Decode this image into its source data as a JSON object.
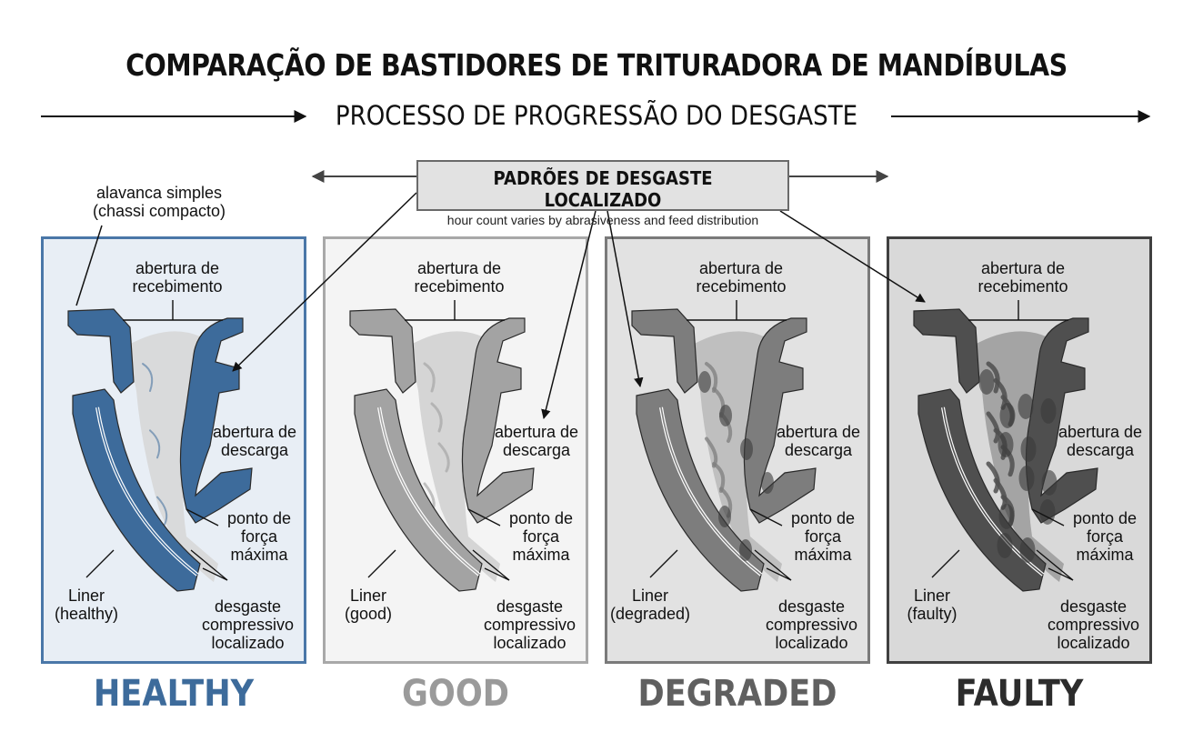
{
  "header": {
    "title": "COMPARAÇÃO DE BASTIDORES DE TRITURADORA DE MANDÍBULAS",
    "subtitle": "PROCESSO DE PROGRESSÃO DO DESGASTE"
  },
  "callout": {
    "title": "PADRÕES DE DESGASTE LOCALIZADO",
    "subtitle": "hour count varies by abrasiveness and feed distribution"
  },
  "global_annotation": "alavanca simples\n(chassi compacto)",
  "panels": [
    {
      "state": "HEALTHY",
      "liner": "Liner\n(healthy)",
      "accent": "#3d6b9b",
      "bg": "#e8eef5",
      "border": "#4a77a8",
      "jaw": "#3d6b9b",
      "wear": "#d6d6d6",
      "labels": {
        "feed": "abertura de\nrecebimento",
        "discharge": "abertura de\ndescarga",
        "force": "ponto de\nforça\nmáxima",
        "wear": "desgaste\ncompressivo\nlocalizado"
      }
    },
    {
      "state": "GOOD",
      "liner": "Liner\n(good)",
      "accent": "#9a9a9a",
      "bg": "#f4f4f4",
      "border": "#a8a8a8",
      "jaw": "#a3a3a3",
      "wear": "#cfcfcf",
      "labels": {
        "feed": "abertura de\nrecebimento",
        "discharge": "abertura de\ndescarga",
        "force": "ponto de\nforça\nmáxima",
        "wear": "desgaste\ncompressivo\nlocalizado"
      }
    },
    {
      "state": "DEGRADED",
      "liner": "Liner\n(degraded)",
      "accent": "#606060",
      "bg": "#e2e2e2",
      "border": "#7a7a7a",
      "jaw": "#7d7d7d",
      "wear": "#b8b8b8",
      "labels": {
        "feed": "abertura de\nrecebimento",
        "discharge": "abertura de\ndescarga",
        "force": "ponto de\nforça\nmáxima",
        "wear": "desgaste\ncompressivo\nlocalizado"
      }
    },
    {
      "state": "FAULTY",
      "liner": "Liner\n(faulty)",
      "accent": "#2c2c2c",
      "bg": "#d9d9d9",
      "border": "#404040",
      "jaw": "#4f4f4f",
      "wear": "#9a9a9a",
      "labels": {
        "feed": "abertura de\nrecebimento",
        "discharge": "abertura de\ndescarga",
        "force": "ponto de\nforça\nmáxima",
        "wear": "desgaste\ncompressivo\nlocalizado"
      }
    }
  ]
}
